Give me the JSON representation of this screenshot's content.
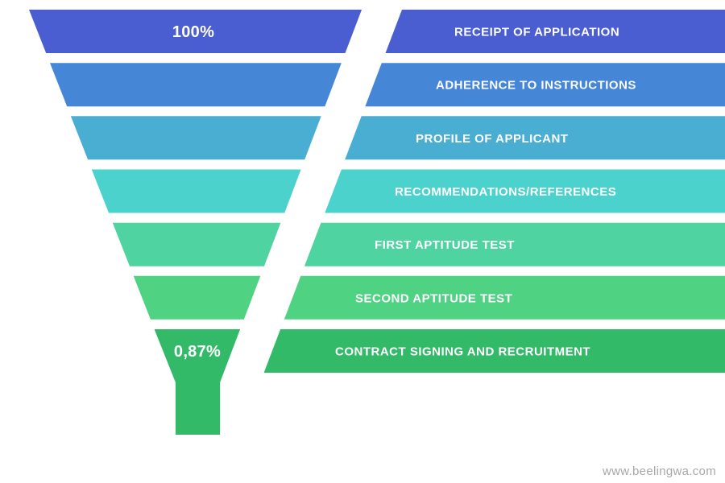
{
  "chart_data": {
    "type": "funnel",
    "title": "",
    "legend": "none",
    "layout": "funnel-left-with-label-ribbons-right",
    "stages": [
      {
        "label": "RECEIPT OF APPLICATION",
        "value": "100%",
        "color": "#4a5ed1"
      },
      {
        "label": "ADHERENCE TO INSTRUCTIONS",
        "color": "#4587d6"
      },
      {
        "label": "PROFILE OF APPLICANT",
        "color": "#4aaed3"
      },
      {
        "label": "RECOMMENDATIONS/REFERENCES",
        "color": "#4bd2cc"
      },
      {
        "label": "FIRST APTITUDE TEST",
        "color": "#4ed3a1"
      },
      {
        "label": "SECOND APTITUDE TEST",
        "color": "#4fd382"
      },
      {
        "label": "CONTRACT SIGNING AND RECRUITMENT",
        "value": "0,87%",
        "color": "#32ba68"
      }
    ],
    "text_color": "#ffffff"
  },
  "footer": {
    "website": "www.beelingwa.com"
  }
}
